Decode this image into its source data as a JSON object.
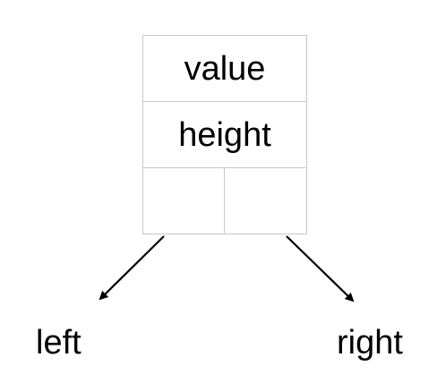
{
  "node": {
    "value_label": "value",
    "height_label": "height"
  },
  "children": {
    "left_label": "left",
    "right_label": "right"
  },
  "colors": {
    "box_border": "#c8c8c8",
    "text": "#000000",
    "arrow": "#000000"
  }
}
